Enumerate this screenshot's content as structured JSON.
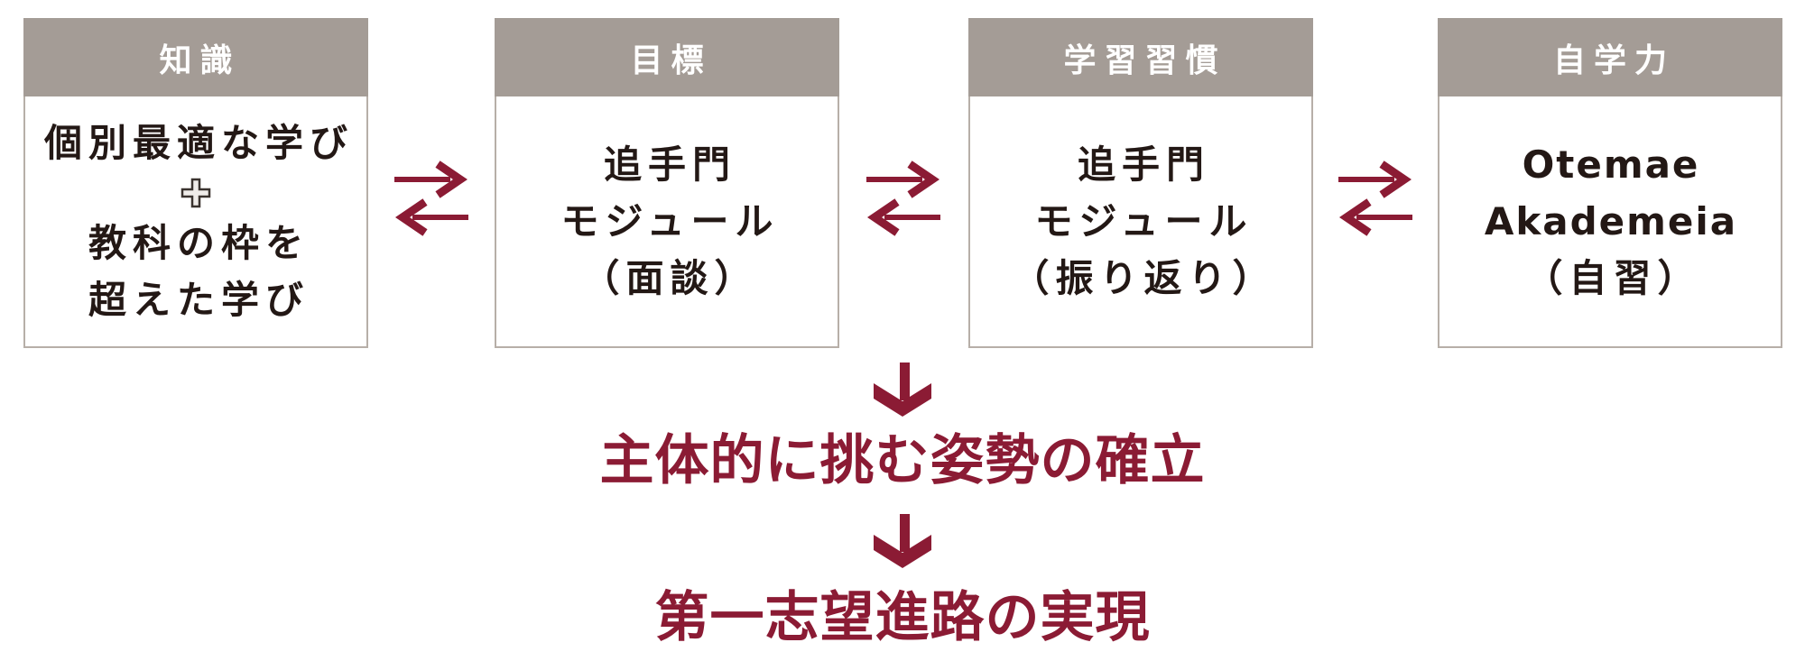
{
  "colors": {
    "accent": "#8B1B34",
    "header_bg": "#A49C96",
    "box_border": "#B7AFA8",
    "body_text": "#231815",
    "header_text": "#FFFFFF",
    "page_bg": "#FFFFFF"
  },
  "boxes": [
    {
      "header": "知識",
      "line1": "個別最適な学び",
      "plus_symbol": "＋",
      "line2": "教科の枠を",
      "line3": "超えた学び"
    },
    {
      "header": "目標",
      "line1": "追手門",
      "line2": "モジュール",
      "line3": "（面談）"
    },
    {
      "header": "学習習慣",
      "line1": "追手門",
      "line2": "モジュール",
      "line3": "（振り返り）"
    },
    {
      "header": "自学力",
      "line1": "Otemae",
      "line2": "Akademeia",
      "line3": "（自習）"
    }
  ],
  "icons": {
    "exchange": "bidirectional-arrows",
    "down": "down-arrow",
    "plus": "plus"
  },
  "flow": {
    "outcome1": "主体的に挑む姿勢の確立",
    "outcome2": "第一志望進路の実現"
  }
}
